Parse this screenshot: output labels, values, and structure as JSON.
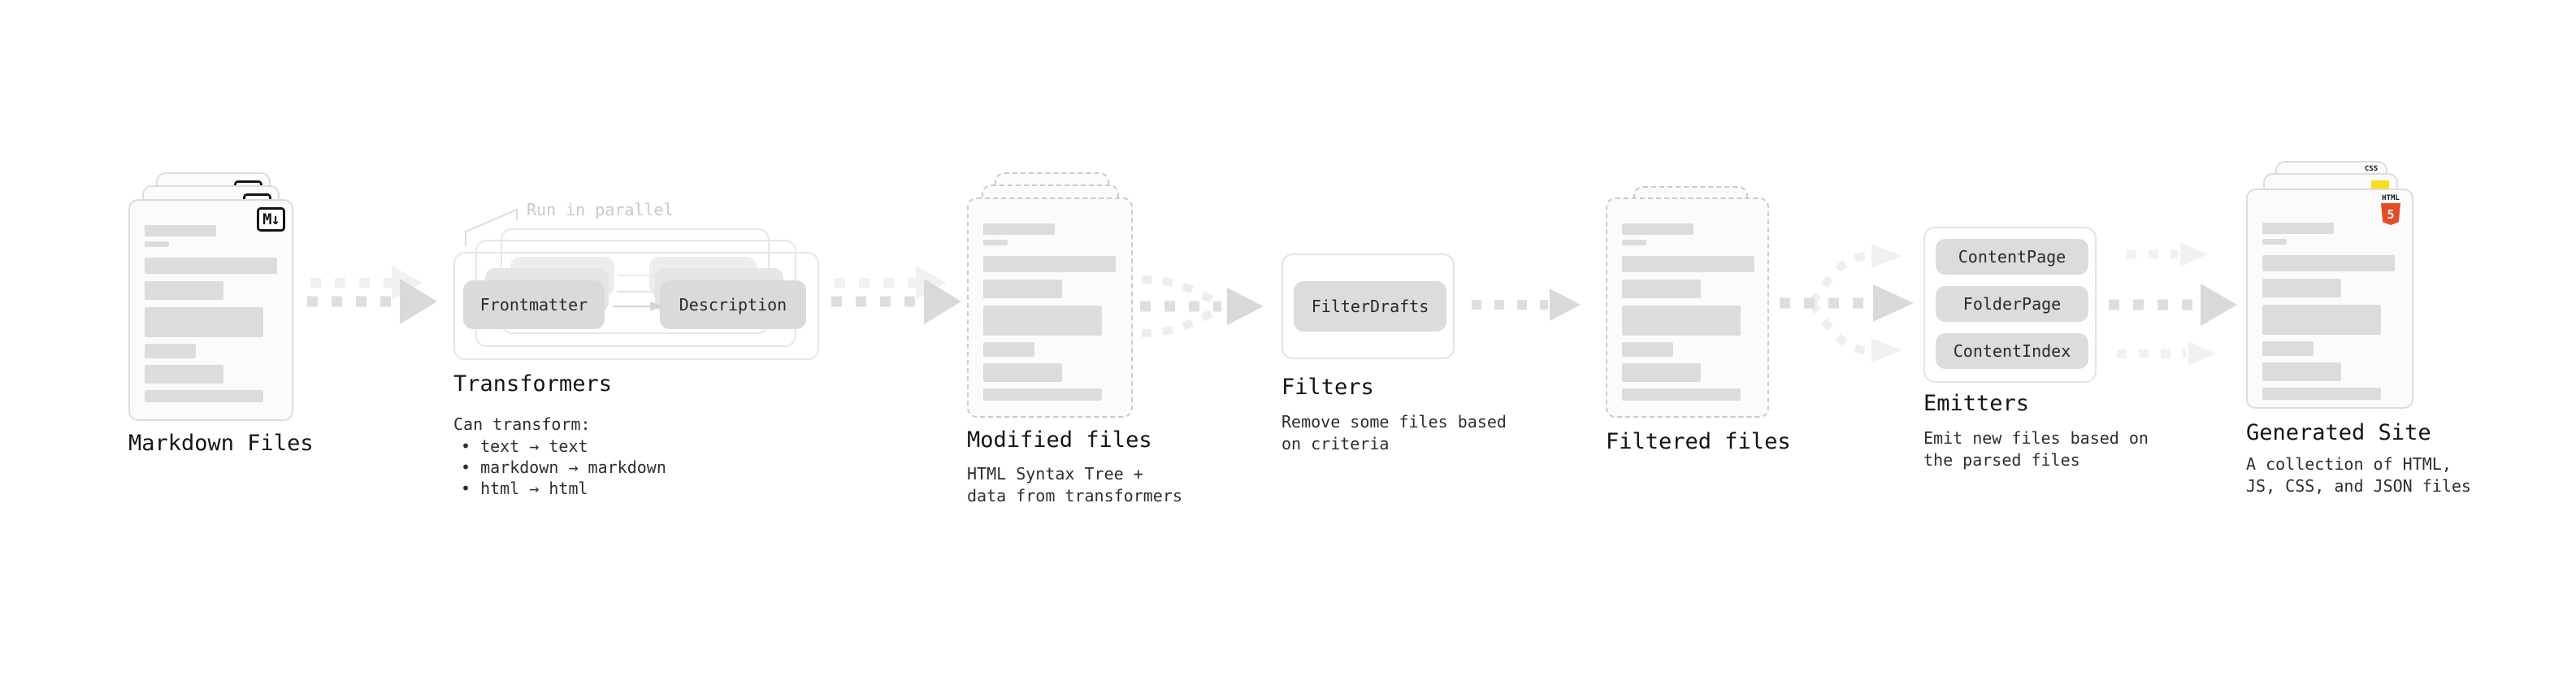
{
  "stages": {
    "markdown": {
      "label": "Markdown Files",
      "badge": "M↓"
    },
    "transformers": {
      "annotation": "Run in parallel",
      "pill_left": "Frontmatter",
      "pill_right": "Description",
      "label": "Transformers",
      "desc_title": "Can transform:",
      "bullets": [
        "• text → text",
        "• markdown → markdown",
        "• html → html"
      ]
    },
    "modified": {
      "label": "Modified files",
      "desc": "HTML Syntax Tree +\ndata from transformers"
    },
    "filters": {
      "pill": "FilterDrafts",
      "label": "Filters",
      "desc": "Remove some files based\non criteria"
    },
    "filtered": {
      "label": "Filtered files"
    },
    "emitters": {
      "pills": [
        "ContentPage",
        "FolderPage",
        "ContentIndex"
      ],
      "label": "Emitters",
      "desc": "Emit new files based on\nthe parsed files"
    },
    "generated": {
      "label": "Generated Site",
      "desc": "A collection of HTML,\nJS, CSS, and JSON files",
      "badge_css": "CSS",
      "badge_html_top": "HTML",
      "badge_html_num": "5"
    }
  },
  "colors": {
    "background": "#ffffff",
    "doc_border": "#dcdcdc",
    "doc_dashed_border": "#cbcbcb",
    "doc_fill": "#fbfbfb",
    "skeleton_bar": "#dcdcdc",
    "pill_gray": "#dcdcdc",
    "arrow_gray": "#d9d9d9",
    "arrow_ghost": "#f1f1f1",
    "annotation_gray": "#c9c9c9",
    "heading_text": "#141414",
    "css_blue": "#2965f1",
    "js_yellow": "#f7df1e",
    "html_orange": "#e44d26"
  }
}
